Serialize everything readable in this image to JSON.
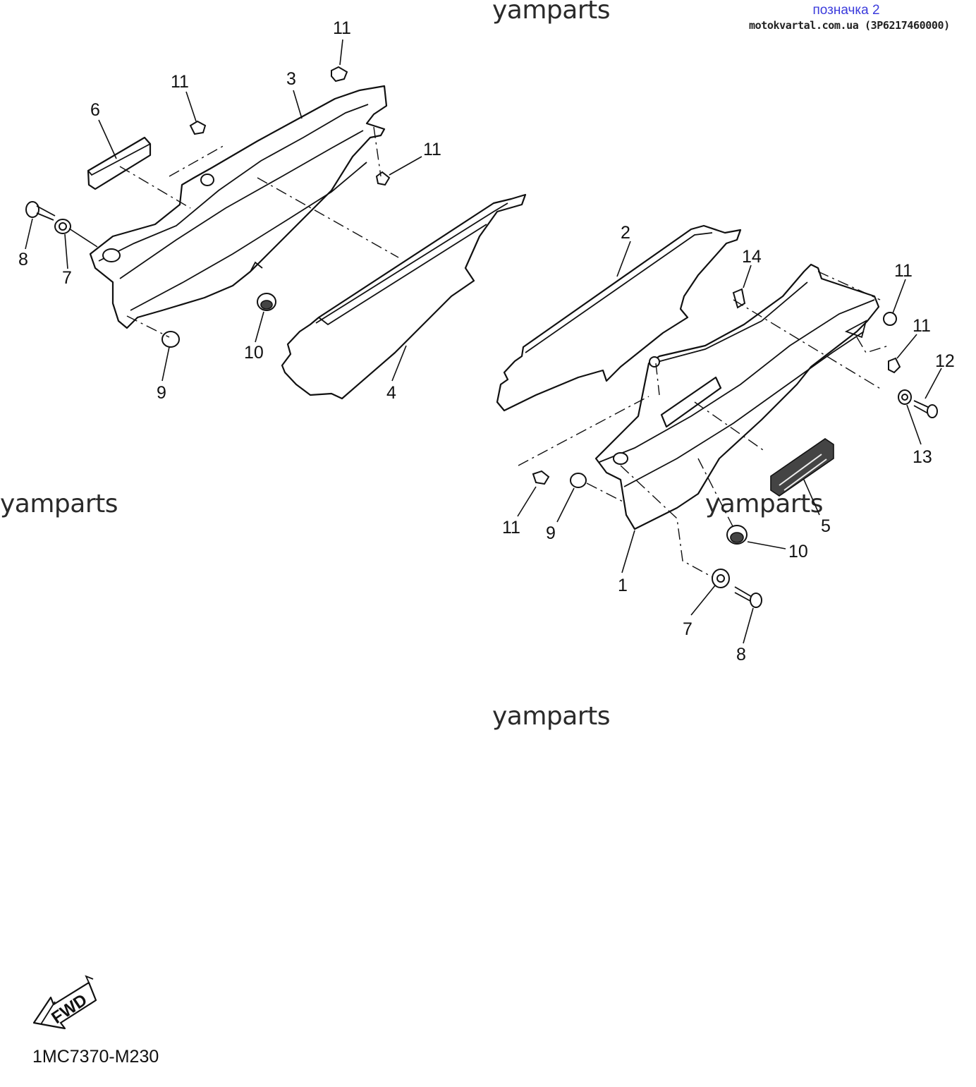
{
  "header": {
    "marker_label": "позначка 2",
    "source_line": "motokvartal.com.ua (3P6217460000)"
  },
  "watermarks": [
    "yamparts",
    "yamparts",
    "yamparts",
    "yamparts"
  ],
  "callouts": {
    "left_group": [
      "11",
      "3",
      "11",
      "6",
      "11",
      "8",
      "7",
      "10",
      "9",
      "4"
    ],
    "right_group": [
      "2",
      "14",
      "11",
      "11",
      "12",
      "13",
      "11",
      "9",
      "5",
      "10",
      "1",
      "7",
      "8"
    ]
  },
  "fwd_label": "FWD",
  "diagram_code": "1MC7370-M230"
}
